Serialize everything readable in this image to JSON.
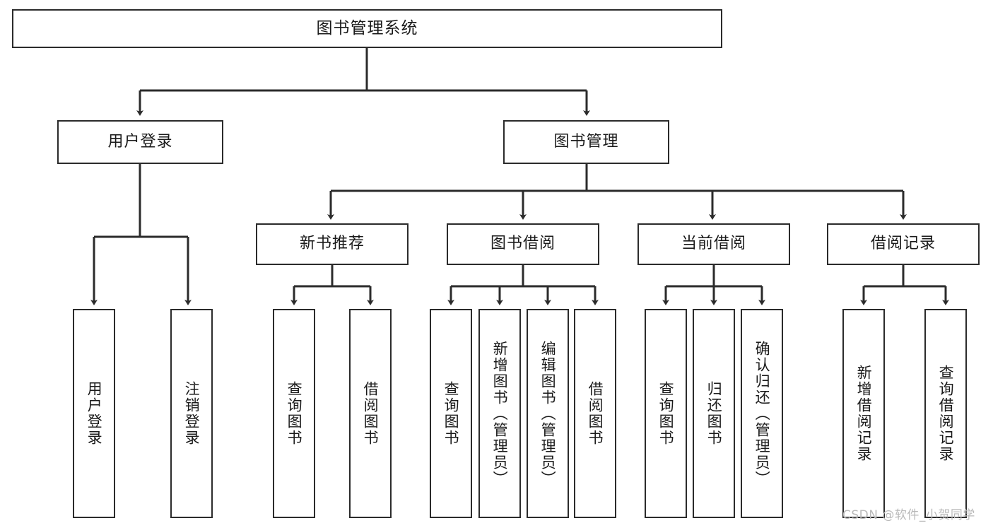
{
  "diagram": {
    "title": "图书管理系统",
    "watermark": "CSDN @软件_小贺同学",
    "colors": {
      "stroke": "#2b2b2b",
      "fill": "#ffffff",
      "text": "#1a1a1a",
      "watermark": "#b9b9b9"
    },
    "nodes": {
      "root": "图书管理系统",
      "level2": [
        "用户登录",
        "图书管理"
      ],
      "level3": [
        "新书推荐",
        "图书借阅",
        "当前借阅",
        "借阅记录"
      ],
      "leaves_user_login": [
        "用户登录",
        "注销登录"
      ],
      "leaves_new_book": [
        "查询图书",
        "借阅图书"
      ],
      "leaves_borrow": [
        "查询图书",
        "新增图书（管理员）",
        "编辑图书（管理员）",
        "借阅图书"
      ],
      "leaves_current": [
        "查询图书",
        "归还图书",
        "确认归还（管理员）"
      ],
      "leaves_record": [
        "新增借阅记录",
        "查询借阅记录"
      ]
    }
  }
}
